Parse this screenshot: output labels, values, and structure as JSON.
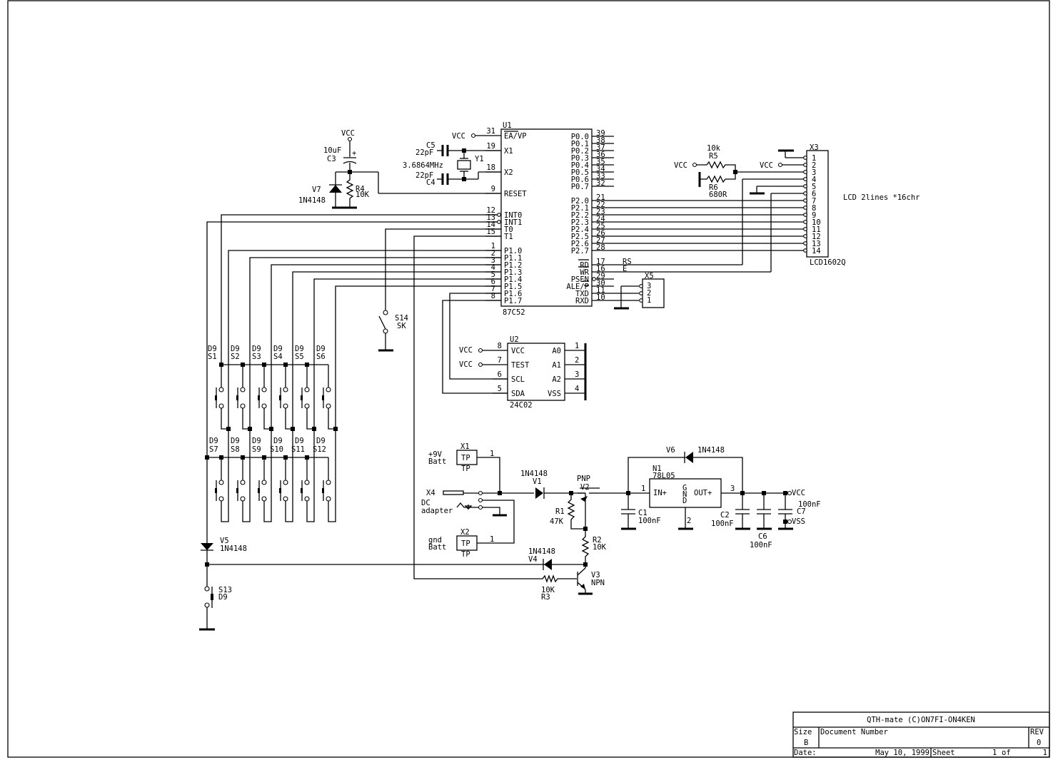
{
  "title_block": {
    "title": "QTH-mate (C)ON7FI-ON4KEN",
    "size_label": "Size",
    "size_value": "B",
    "doc_number_label": "Document Number",
    "rev_label": "REV",
    "rev_value": "0",
    "date_label": "Date:",
    "date_value": "May 10, 1999",
    "sheet_label": "Sheet",
    "sheet_value": "1",
    "of_label": "of",
    "sheet_total": "1"
  },
  "u1": {
    "ref": "U1",
    "part": "87C52",
    "left_pins": [
      {
        "num": "31",
        "name": "EA/VP"
      },
      {
        "num": "19",
        "name": "X1"
      },
      {
        "num": "18",
        "name": "X2"
      },
      {
        "num": "9",
        "name": "RESET"
      },
      {
        "num": "12",
        "name": "INT0"
      },
      {
        "num": "13",
        "name": "INT1"
      },
      {
        "num": "14",
        "name": "T0"
      },
      {
        "num": "15",
        "name": "T1"
      },
      {
        "num": "1",
        "name": "P1.0"
      },
      {
        "num": "2",
        "name": "P1.1"
      },
      {
        "num": "3",
        "name": "P1.2"
      },
      {
        "num": "4",
        "name": "P1.3"
      },
      {
        "num": "5",
        "name": "P1.4"
      },
      {
        "num": "6",
        "name": "P1.5"
      },
      {
        "num": "7",
        "name": "P1.6"
      },
      {
        "num": "8",
        "name": "P1.7"
      }
    ],
    "p0_pins": [
      {
        "num": "39",
        "name": "P0.0"
      },
      {
        "num": "38",
        "name": "P0.1"
      },
      {
        "num": "37",
        "name": "P0.2"
      },
      {
        "num": "36",
        "name": "P0.3"
      },
      {
        "num": "35",
        "name": "P0.4"
      },
      {
        "num": "34",
        "name": "P0.5"
      },
      {
        "num": "33",
        "name": "P0.6"
      },
      {
        "num": "32",
        "name": "P0.7"
      }
    ],
    "p2_pins": [
      {
        "num": "21",
        "name": "P2.0"
      },
      {
        "num": "22",
        "name": "P2.1"
      },
      {
        "num": "23",
        "name": "P2.2"
      },
      {
        "num": "24",
        "name": "P2.3"
      },
      {
        "num": "25",
        "name": "P2.4"
      },
      {
        "num": "26",
        "name": "P2.5"
      },
      {
        "num": "27",
        "name": "P2.6"
      },
      {
        "num": "28",
        "name": "P2.7"
      }
    ],
    "ctrl_pins": [
      {
        "num": "17",
        "name": "RD",
        "net": "RS"
      },
      {
        "num": "16",
        "name": "WR",
        "net": "E"
      },
      {
        "num": "29",
        "name": "PSEN",
        "net": ""
      },
      {
        "num": "30",
        "name": "ALE/P",
        "net": ""
      },
      {
        "num": "11",
        "name": "TXD",
        "net": ""
      },
      {
        "num": "10",
        "name": "RXD",
        "net": ""
      }
    ]
  },
  "u2": {
    "ref": "U2",
    "part": "24C02",
    "left_pins": [
      {
        "num": "8",
        "name": "VCC"
      },
      {
        "num": "7",
        "name": "TEST"
      },
      {
        "num": "6",
        "name": "SCL"
      },
      {
        "num": "5",
        "name": "SDA"
      }
    ],
    "right_pins": [
      {
        "num": "1",
        "name": "A0"
      },
      {
        "num": "2",
        "name": "A1"
      },
      {
        "num": "3",
        "name": "A2"
      },
      {
        "num": "4",
        "name": "VSS"
      }
    ]
  },
  "x3": {
    "ref": "X3",
    "part": "LCD1602Q",
    "pins": [
      "1",
      "2",
      "3",
      "4",
      "5",
      "6",
      "7",
      "8",
      "9",
      "10",
      "11",
      "12",
      "13",
      "14"
    ],
    "note": "LCD 2lines *16chr"
  },
  "x5": {
    "ref": "X5",
    "pins": [
      "3",
      "2",
      "1"
    ]
  },
  "labels": {
    "vcc": "VCC",
    "vss": "VSS",
    "c5_ref": "C5",
    "c5_val": "22pF",
    "c4_ref": "C4",
    "c4_val": "22pF",
    "y1_ref": "Y1",
    "y1_val": "3.6864MHz",
    "c3_ref": "C3",
    "c3_val": "10uF",
    "r4_ref": "R4",
    "r4_val": "10K",
    "v7_ref": "V7",
    "v7_val": "1N4148",
    "r5_ref": "R5",
    "r5_val": "10k",
    "r6_ref": "R6",
    "r6_val": "680R",
    "s14_ref": "S14",
    "s14_val": "SK",
    "v5_ref": "V5",
    "v5_val": "1N4148",
    "s13_ref": "S13",
    "s13_val": "D9",
    "x1_ref": "X1",
    "x1_body": "TP",
    "x1_val": "TP",
    "x1_desc1": "+9V",
    "x1_desc2": "Batt",
    "x1_pin": "1",
    "x2_ref": "X2",
    "x2_body": "TP",
    "x2_val": "TP",
    "x2_desc1": "gnd",
    "x2_desc2": "Batt",
    "x2_pin": "1",
    "x4_ref": "X4",
    "x4_desc1": "DC",
    "x4_desc2": "adapter",
    "v1_ref": "V1",
    "v1_val": "1N4148",
    "v2_ref": "V2",
    "v2_val": "PNP",
    "r1_ref": "R1",
    "r1_val": "47K",
    "r2_ref": "R2",
    "r2_val": "10K",
    "v4_ref": "V4",
    "v4_val": "1N4148",
    "v3_ref": "V3",
    "v3_val": "NPN",
    "r3_ref": "R3",
    "r3_val": "10K",
    "v6_ref": "V6",
    "v6_val": "1N4148",
    "n1_ref": "N1",
    "n1_val": "78L05",
    "n1_in": "IN+",
    "n1_out": "OUT+",
    "n1_gnd": [
      "G",
      "N",
      "D"
    ],
    "n1_pin1": "1",
    "n1_pin2": "2",
    "n1_pin3": "3",
    "c1_ref": "C1",
    "c1_val": "100nF",
    "c2_ref": "C2",
    "c2_val": "100nF",
    "c6_ref": "C6",
    "c6_val": "100nF",
    "c7_ref": "C7",
    "c7_val": "100nF"
  },
  "keypad": {
    "row1": [
      {
        "ref": "S1",
        "val": "D9"
      },
      {
        "ref": "S2",
        "val": "D9"
      },
      {
        "ref": "S3",
        "val": "D9"
      },
      {
        "ref": "S4",
        "val": "D9"
      },
      {
        "ref": "S5",
        "val": "D9"
      },
      {
        "ref": "S6",
        "val": "D9"
      }
    ],
    "row2": [
      {
        "ref": "S7",
        "val": "D9"
      },
      {
        "ref": "S8",
        "val": "D9"
      },
      {
        "ref": "S9",
        "val": "D9"
      },
      {
        "ref": "S10",
        "val": "D9"
      },
      {
        "ref": "S11",
        "val": "D9"
      },
      {
        "ref": "S12",
        "val": "D9"
      }
    ]
  }
}
